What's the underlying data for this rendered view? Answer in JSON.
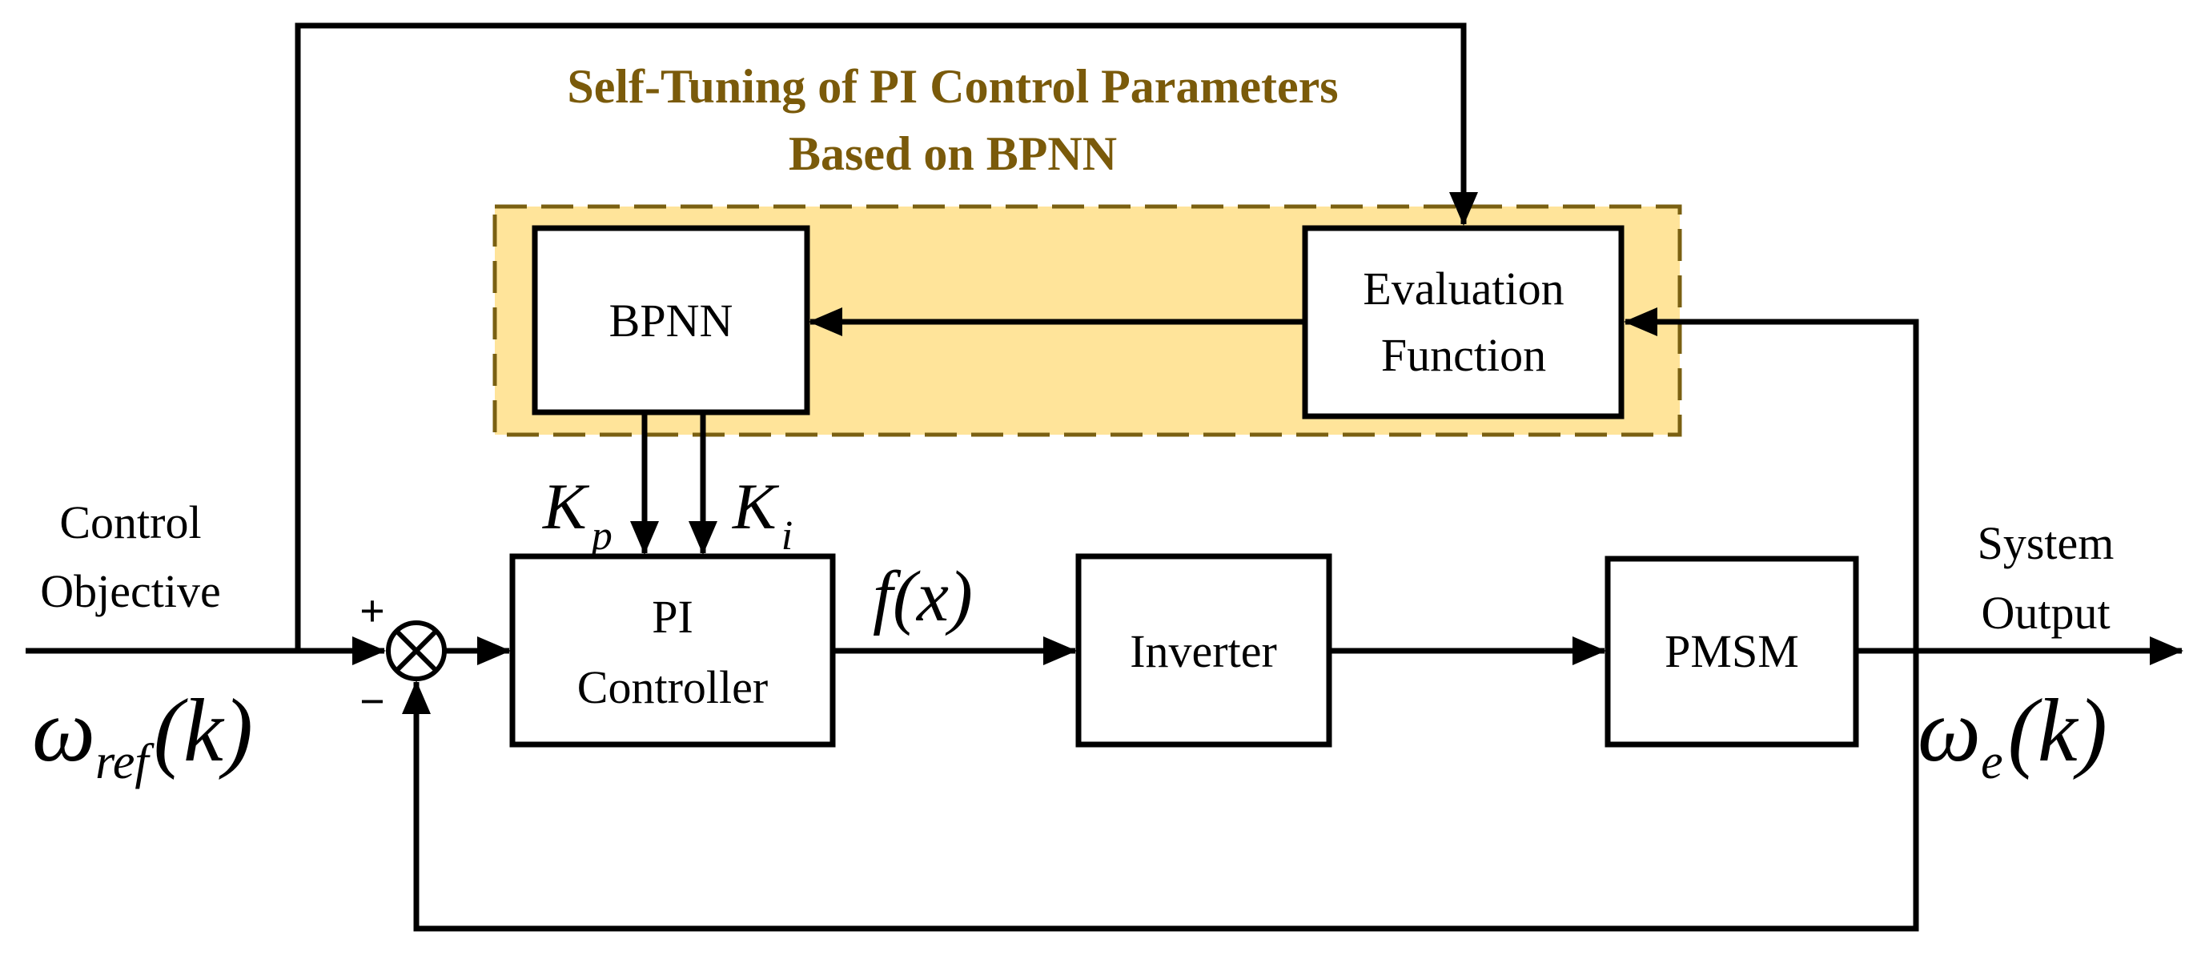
{
  "title": {
    "line1": "Self-Tuning of PI Control Parameters",
    "line2": "Based on BPNN"
  },
  "blocks": {
    "bpnn": "BPNN",
    "evaluation": {
      "line1": "Evaluation",
      "line2": "Function"
    },
    "pi": {
      "line1": "PI",
      "line2": "Controller"
    },
    "inverter": "Inverter",
    "pmsm": "PMSM"
  },
  "labels": {
    "control_objective": {
      "line1": "Control",
      "line2": "Objective"
    },
    "system_output": {
      "line1": "System",
      "line2": "Output"
    },
    "plus": "+",
    "minus": "−",
    "kp": {
      "main": "K",
      "sub": "p"
    },
    "ki": {
      "main": "K",
      "sub": "i"
    },
    "fx": "f(x)",
    "omega_ref": {
      "main": "ω",
      "sub": "ref",
      "arg": "(k)"
    },
    "omega_e": {
      "main": "ω",
      "sub": "e",
      "arg": "(k)"
    }
  },
  "colors": {
    "highlight_fill": "#FFE49A",
    "highlight_border": "#7A6012",
    "title_text": "#7A5A0A",
    "line": "#000000"
  }
}
